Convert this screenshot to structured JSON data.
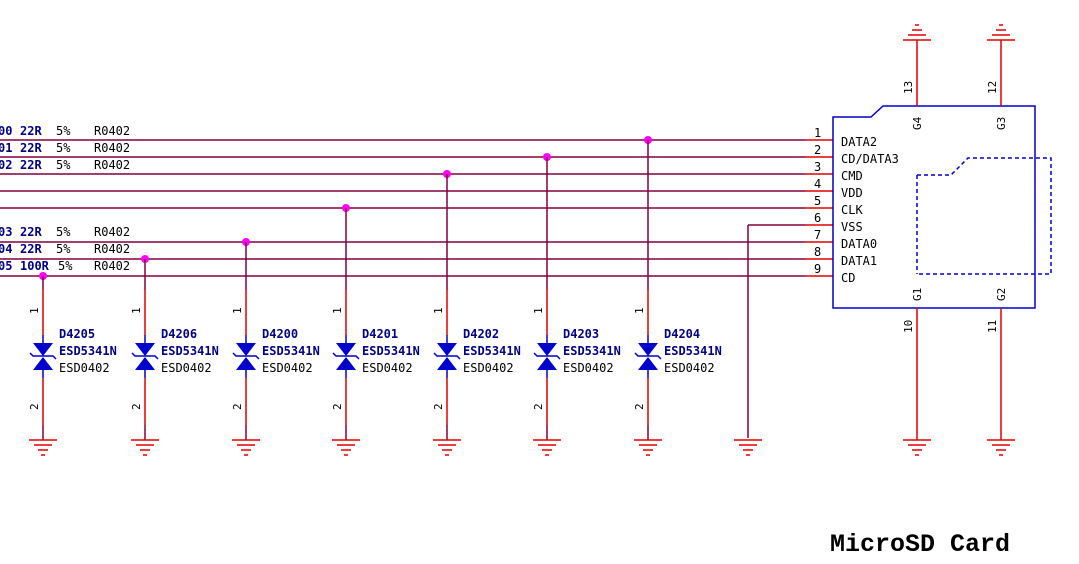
{
  "title": "MicroSD Card",
  "colors": {
    "net": "#800040",
    "wire_red": "#e00000",
    "symbol": "#0000cc",
    "designator": "#000080",
    "junction": "#ff00ff",
    "text": "#000000"
  },
  "resistors": [
    {
      "ref": "00",
      "value": "22R",
      "tol": "5%",
      "pkg": "R0402"
    },
    {
      "ref": "01",
      "value": "22R",
      "tol": "5%",
      "pkg": "R0402"
    },
    {
      "ref": "02",
      "value": "22R",
      "tol": "5%",
      "pkg": "R0402"
    },
    {
      "ref": "03",
      "value": "22R",
      "tol": "5%",
      "pkg": "R0402"
    },
    {
      "ref": "04",
      "value": "22R",
      "tol": "5%",
      "pkg": "R0402"
    },
    {
      "ref": "05",
      "value": "100R",
      "tol": "5%",
      "pkg": "R0402"
    }
  ],
  "diodes": [
    {
      "ref": "D4205",
      "part": "ESD5341N",
      "pkg": "ESD0402",
      "pin_top": "1",
      "pin_bottom": "2"
    },
    {
      "ref": "D4206",
      "part": "ESD5341N",
      "pkg": "ESD0402",
      "pin_top": "1",
      "pin_bottom": "2"
    },
    {
      "ref": "D4200",
      "part": "ESD5341N",
      "pkg": "ESD0402",
      "pin_top": "1",
      "pin_bottom": "2"
    },
    {
      "ref": "D4201",
      "part": "ESD5341N",
      "pkg": "ESD0402",
      "pin_top": "1",
      "pin_bottom": "2"
    },
    {
      "ref": "D4202",
      "part": "ESD5341N",
      "pkg": "ESD0402",
      "pin_top": "1",
      "pin_bottom": "2"
    },
    {
      "ref": "D4203",
      "part": "ESD5341N",
      "pkg": "ESD0402",
      "pin_top": "1",
      "pin_bottom": "2"
    },
    {
      "ref": "D4204",
      "part": "ESD5341N",
      "pkg": "ESD0402",
      "pin_top": "1",
      "pin_bottom": "2"
    }
  ],
  "connector": {
    "pins": [
      {
        "num": "1",
        "name": "DATA2"
      },
      {
        "num": "2",
        "name": "CD/DATA3"
      },
      {
        "num": "3",
        "name": "CMD"
      },
      {
        "num": "4",
        "name": "VDD"
      },
      {
        "num": "5",
        "name": "CLK"
      },
      {
        "num": "6",
        "name": "VSS"
      },
      {
        "num": "7",
        "name": "DATA0"
      },
      {
        "num": "8",
        "name": "DATA1"
      },
      {
        "num": "9",
        "name": "CD"
      }
    ],
    "shield_top": [
      {
        "label": "G4",
        "num": "13"
      },
      {
        "label": "G3",
        "num": "12"
      }
    ],
    "shield_bottom": [
      {
        "label": "G1",
        "num": "10"
      },
      {
        "label": "G2",
        "num": "11"
      }
    ]
  }
}
